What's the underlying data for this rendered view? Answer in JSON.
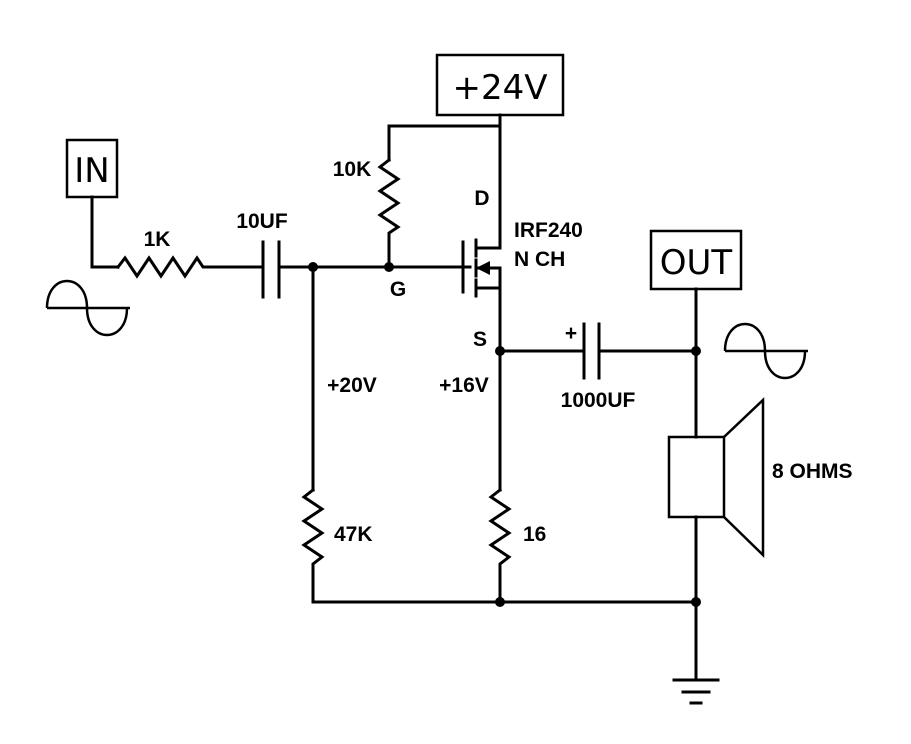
{
  "diagram": {
    "terminals": {
      "input": "IN",
      "supply": "+24V",
      "output": "OUT"
    },
    "components": {
      "r_input": "1K",
      "c_input": "10UF",
      "r_bias_top": "10K",
      "r_bias_bottom": "47K",
      "r_source": "16",
      "c_output": "1000UF",
      "c_output_polarity": "+",
      "mosfet_part": "IRF240",
      "mosfet_type": "N CH",
      "speaker": "8 OHMS"
    },
    "pins": {
      "drain": "D",
      "gate": "G",
      "source": "S"
    },
    "voltages": {
      "gate_bias": "+20V",
      "source_bias": "+16V"
    }
  }
}
